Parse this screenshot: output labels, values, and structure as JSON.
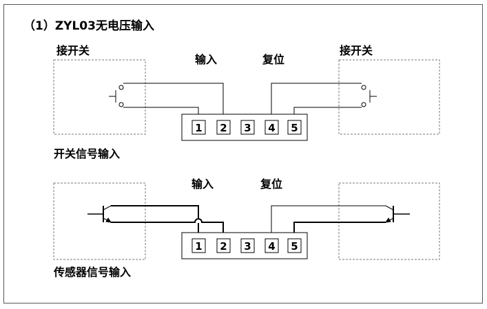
{
  "title": "（1）ZYL03无电压输入",
  "top": {
    "left_switch_label": "接开关",
    "right_switch_label": "接开关",
    "input_label": "输入",
    "reset_label": "复位",
    "section_label": "开关信号输入"
  },
  "bottom": {
    "input_label": "输入",
    "reset_label": "复位",
    "section_label": "传感器信号输入"
  },
  "terminals": [
    "1",
    "2",
    "3",
    "4",
    "5"
  ]
}
